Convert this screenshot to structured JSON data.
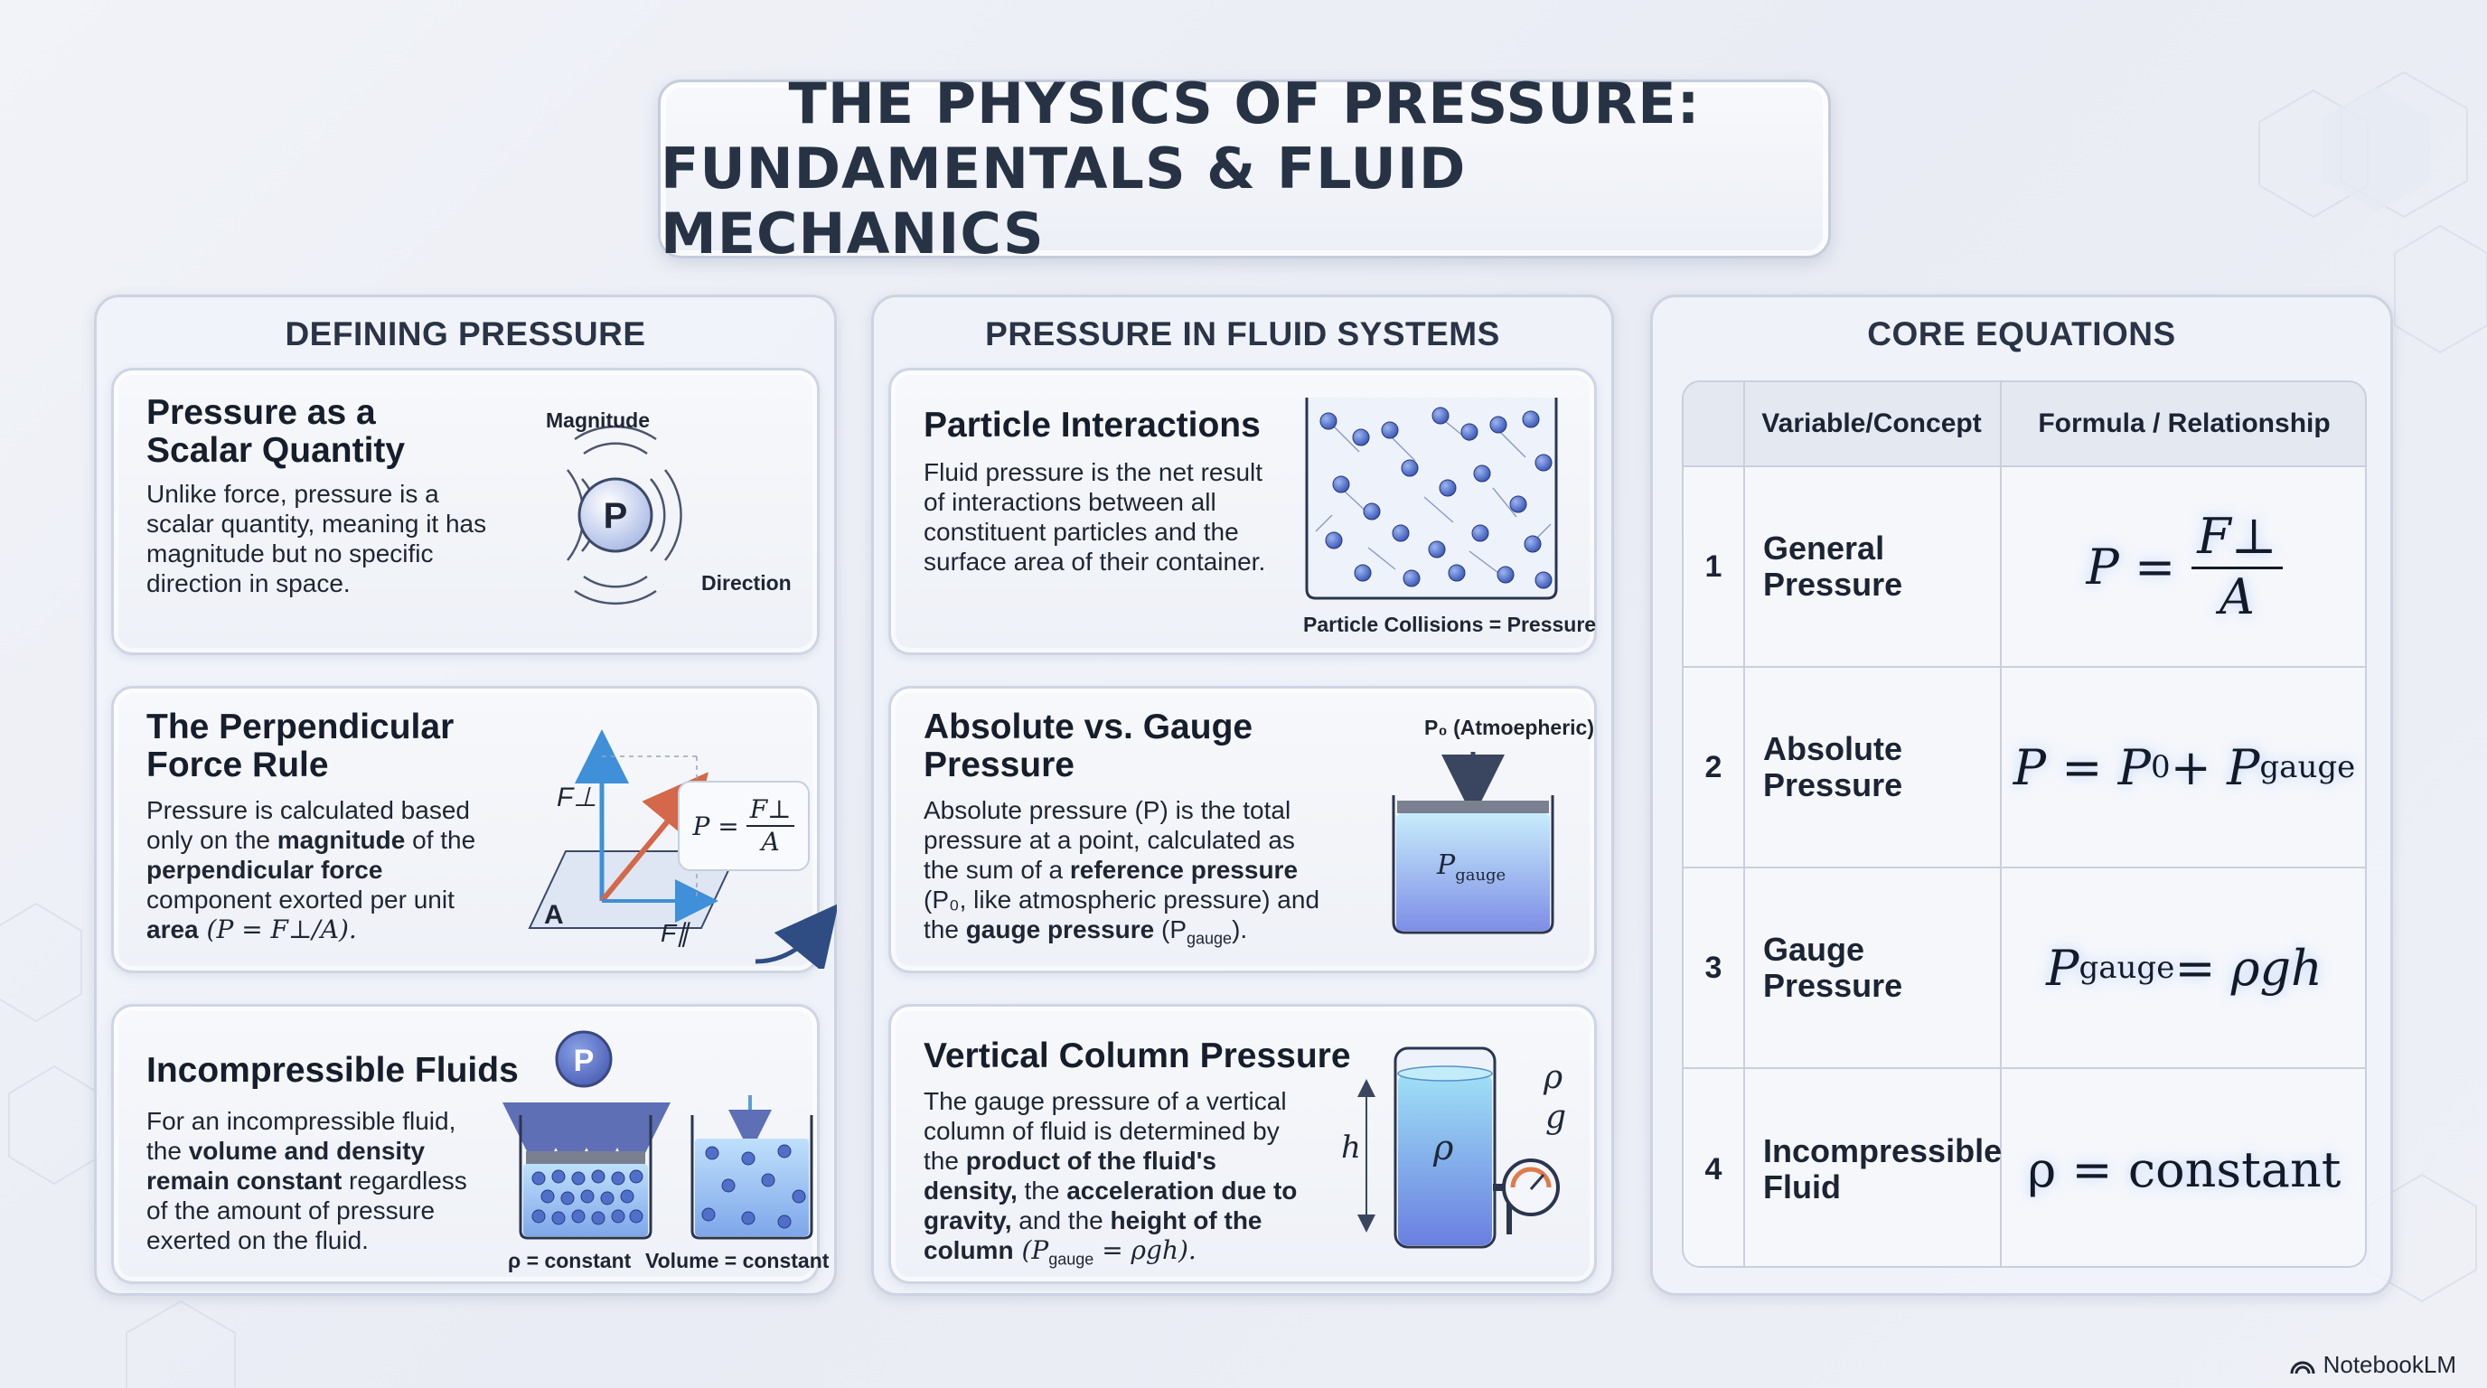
{
  "title": {
    "line1": "THE PHYSICS OF PRESSURE:",
    "line2": "FUNDAMENTALS & FLUID MECHANICS"
  },
  "columns": {
    "defining": {
      "heading": "DEFINING PRESSURE",
      "scalar": {
        "title_l1": "Pressure as a",
        "title_l2": "Scalar Quantity",
        "text": "Unlike force, pressure is a scalar quantity, meaning it has magnitude but no specific direction in space.",
        "label_magnitude": "Magnitude",
        "label_direction": "Direction",
        "icon_letter": "P"
      },
      "perpendicular": {
        "title_l1": "The Perpendicular",
        "title_l2": "Force Rule",
        "text_a": "Pressure is calculated based only on the ",
        "text_b": "magnitude",
        "text_c": " of the ",
        "text_d": "perpendicular force",
        "text_e": " component exorted per unit ",
        "text_f": "area",
        "text_g": " (P = F⊥/A).",
        "label_fperp": "F⊥",
        "label_fpar": "F∥",
        "label_area": "A",
        "mini_lhs": "P =",
        "mini_num": "F⊥",
        "mini_den": "A"
      },
      "incompressible": {
        "title": "Incompressible Fluids",
        "text_a": "For an incompressible fluid, the ",
        "text_b": "volume and density remain constant",
        "text_c": " regardless of the amount of pressure exerted on the fluid.",
        "icon_letter": "P",
        "label_rho": "ρ = constant",
        "label_volume": "Volume = constant"
      }
    },
    "fluid": {
      "heading": "PRESSURE IN FLUID SYSTEMS",
      "particles": {
        "title": "Particle Interactions",
        "text": "Fluid pressure is the net result of interactions between all constituent particles and the surface area of their container.",
        "caption": "Particle Collisions = Pressure"
      },
      "absolute": {
        "title_l1": "Absolute vs. Gauge",
        "title_l2": "Pressure",
        "text_a": "Absolute pressure (P) is the total pressure at a point, calculated as the sum of a ",
        "text_b": "reference pressure",
        "text_c": " (P₀, like atmospheric pressure) and the ",
        "text_d": "gauge pressure",
        "text_e": " (P",
        "text_sub": "gauge",
        "text_f": ").",
        "label_p0": "P₀ (Atmoepheric)",
        "label_pgauge": "P",
        "label_pgauge_sub": "gauge"
      },
      "column": {
        "title": "Vertical Column Pressure",
        "text_a": "The gauge pressure of a vertical column of fluid is determined by the ",
        "text_b": "product of the fluid's density,",
        "text_c": " the ",
        "text_d": "acceleration due to gravity,",
        "text_e": " and the ",
        "text_f": "height of the column",
        "text_g": " (P",
        "text_sub": "gauge",
        "text_h": " = ρgh).",
        "label_h": "h",
        "label_rho_in": "ρ",
        "label_rho_side": "ρ",
        "label_g": "g"
      }
    },
    "core": {
      "heading": "CORE EQUATIONS",
      "header_variable": "Variable/Concept",
      "header_formula": "Formula / Relationship",
      "rows": [
        {
          "num": "1",
          "concept_l1": "General",
          "concept_l2": "Pressure"
        },
        {
          "num": "2",
          "concept_l1": "Absolute",
          "concept_l2": "Pressure"
        },
        {
          "num": "3",
          "concept_l1": "Gauge",
          "concept_l2": "Pressure"
        },
        {
          "num": "4",
          "concept_l1": "Incompressible",
          "concept_l2": "Fluid"
        }
      ],
      "f1_lhs": "P =",
      "f1_num": "F⊥",
      "f1_den": "A",
      "f2_a": "P = P",
      "f2_sub0": "0",
      "f2_b": " + P",
      "f2_sub1": "gauge",
      "f3_a": "P",
      "f3_sub": "gauge",
      "f3_b": " = ρgh",
      "f4": "ρ = constant"
    }
  },
  "brand": "NotebookLM",
  "colors": {
    "accent_blue": "#5b7fd6",
    "fluid_blue": "#7fb8ee",
    "particle": "#4f6fc9",
    "arrow_orange": "#d3684a"
  }
}
